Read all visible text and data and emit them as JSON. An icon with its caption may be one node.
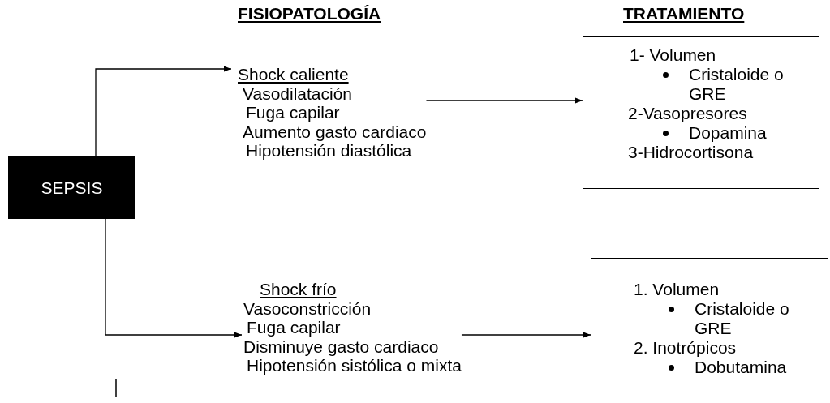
{
  "diagram": {
    "nodes": [
      {
        "text": [
          "SEPSIS"
        ]
      },
      {
        "text": [
          "Shock caliente",
          "Vasodilatación",
          "Fuga capilar",
          "Aumento gasto cardiaco",
          "Hipotensión diastólica"
        ]
      },
      {
        "text": [
          "1- Volumen",
          "Cristaloide o GRE",
          "2-Vasopresores",
          "Dopamina",
          "3-Hidrocortisona"
        ]
      },
      {
        "text": [
          "Shock frío",
          "Vasoconstricción",
          "Fuga capilar",
          "Disminuye gasto cardiaco",
          "Hipotensión sistólica o mixta"
        ]
      },
      {
        "text": [
          "1. Volumen",
          "Cristaloide o GRE",
          "2. Inotrópicos",
          "Dobutamina"
        ]
      }
    ],
    "edges": [
      {
        "from": 0,
        "to": 1,
        "arrow": "to"
      },
      {
        "from": 1,
        "to": 2,
        "arrow": "to"
      },
      {
        "from": 0,
        "to": 3,
        "arrow": "to"
      },
      {
        "from": 3,
        "to": 4,
        "arrow": "to"
      }
    ],
    "labels": [
      "FISIOPATOLOGÍA",
      "TRATAMIENTO"
    ]
  }
}
